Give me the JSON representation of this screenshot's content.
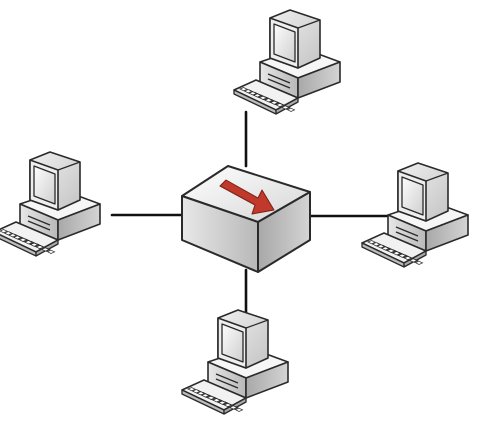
{
  "diagram": {
    "kind": "star-network-topology",
    "hub": {
      "type": "switch",
      "icon": "network-switch-icon",
      "arrow_color": "#c0392b"
    },
    "nodes": [
      {
        "id": "top",
        "type": "workstation",
        "icon": "desktop-computer-icon"
      },
      {
        "id": "left",
        "type": "workstation",
        "icon": "desktop-computer-icon"
      },
      {
        "id": "right",
        "type": "workstation",
        "icon": "desktop-computer-icon"
      },
      {
        "id": "bottom",
        "type": "workstation",
        "icon": "desktop-computer-icon"
      }
    ],
    "links": [
      {
        "from": "hub",
        "to": "top"
      },
      {
        "from": "hub",
        "to": "left"
      },
      {
        "from": "hub",
        "to": "right"
      },
      {
        "from": "hub",
        "to": "bottom"
      }
    ],
    "colors": {
      "line": "#111111",
      "outline": "#2a2a2a",
      "switch_top": "#f4f4f4",
      "switch_side": "#bcbcbc",
      "computer_body": "#d9d9d9",
      "screen": "#e9e9e9"
    }
  }
}
